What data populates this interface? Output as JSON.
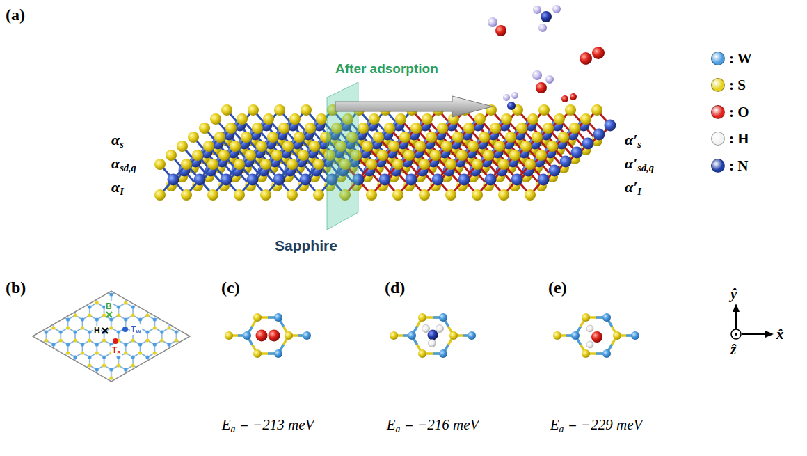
{
  "diagram": {
    "nodes": [
      {
        "text": [
          "Sapphire"
        ]
      },
      {
        "text": [
          "After adsorption"
        ]
      }
    ],
    "labels": [
      "(a)",
      "αs",
      "αsd,q",
      "αI",
      "α′s",
      "α′sd,q",
      "α′I",
      "(b)",
      "B",
      "H",
      "TS",
      "TW",
      "(c)",
      "(d)",
      "(e)",
      "Ea = −213 meV",
      "Ea = −216 meV",
      "Ea = −229 meV",
      "ŷ",
      "x̂",
      "ẑ"
    ],
    "legend": [
      {
        "text": ": W",
        "color": "#4a9de0"
      },
      {
        "text": ": S",
        "color": "#e6d21e"
      },
      {
        "text": ": O",
        "color": "#e0231c"
      },
      {
        "text": ": H",
        "color": "#f2f2f2"
      },
      {
        "text": ": N",
        "color": "#1f3fa8"
      }
    ]
  }
}
